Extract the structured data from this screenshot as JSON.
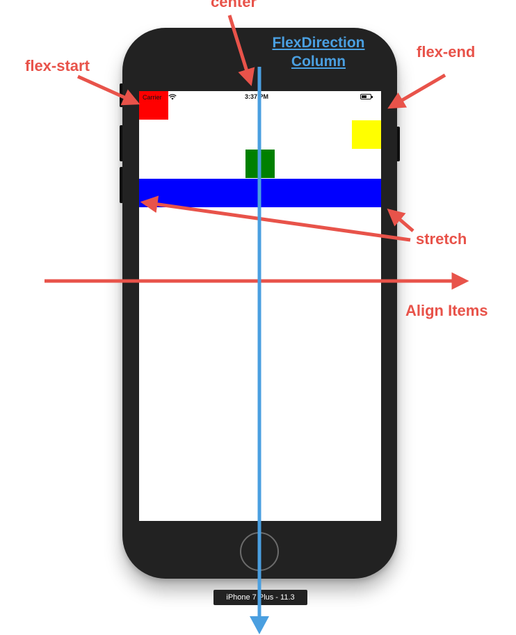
{
  "annotations": {
    "center": "center",
    "flex_start": "flex-start",
    "flex_end": "flex-end",
    "stretch": "stretch",
    "align_items": "Align Items",
    "direction_line1": "FlexDirection",
    "direction_line2": "Column"
  },
  "status_bar": {
    "carrier": "Carrier",
    "time": "3:37 PM",
    "wifi_icon": "wifi-icon",
    "battery_icon": "battery-icon"
  },
  "device_label": "iPhone 7 Plus - 11.3",
  "colors": {
    "annotation": "#e8534a",
    "direction": "#4a9fe0",
    "phone": "#222222",
    "box_red": "#ff0000",
    "box_yellow": "#ffff00",
    "box_green": "#008000",
    "box_blue": "#0000ff"
  }
}
